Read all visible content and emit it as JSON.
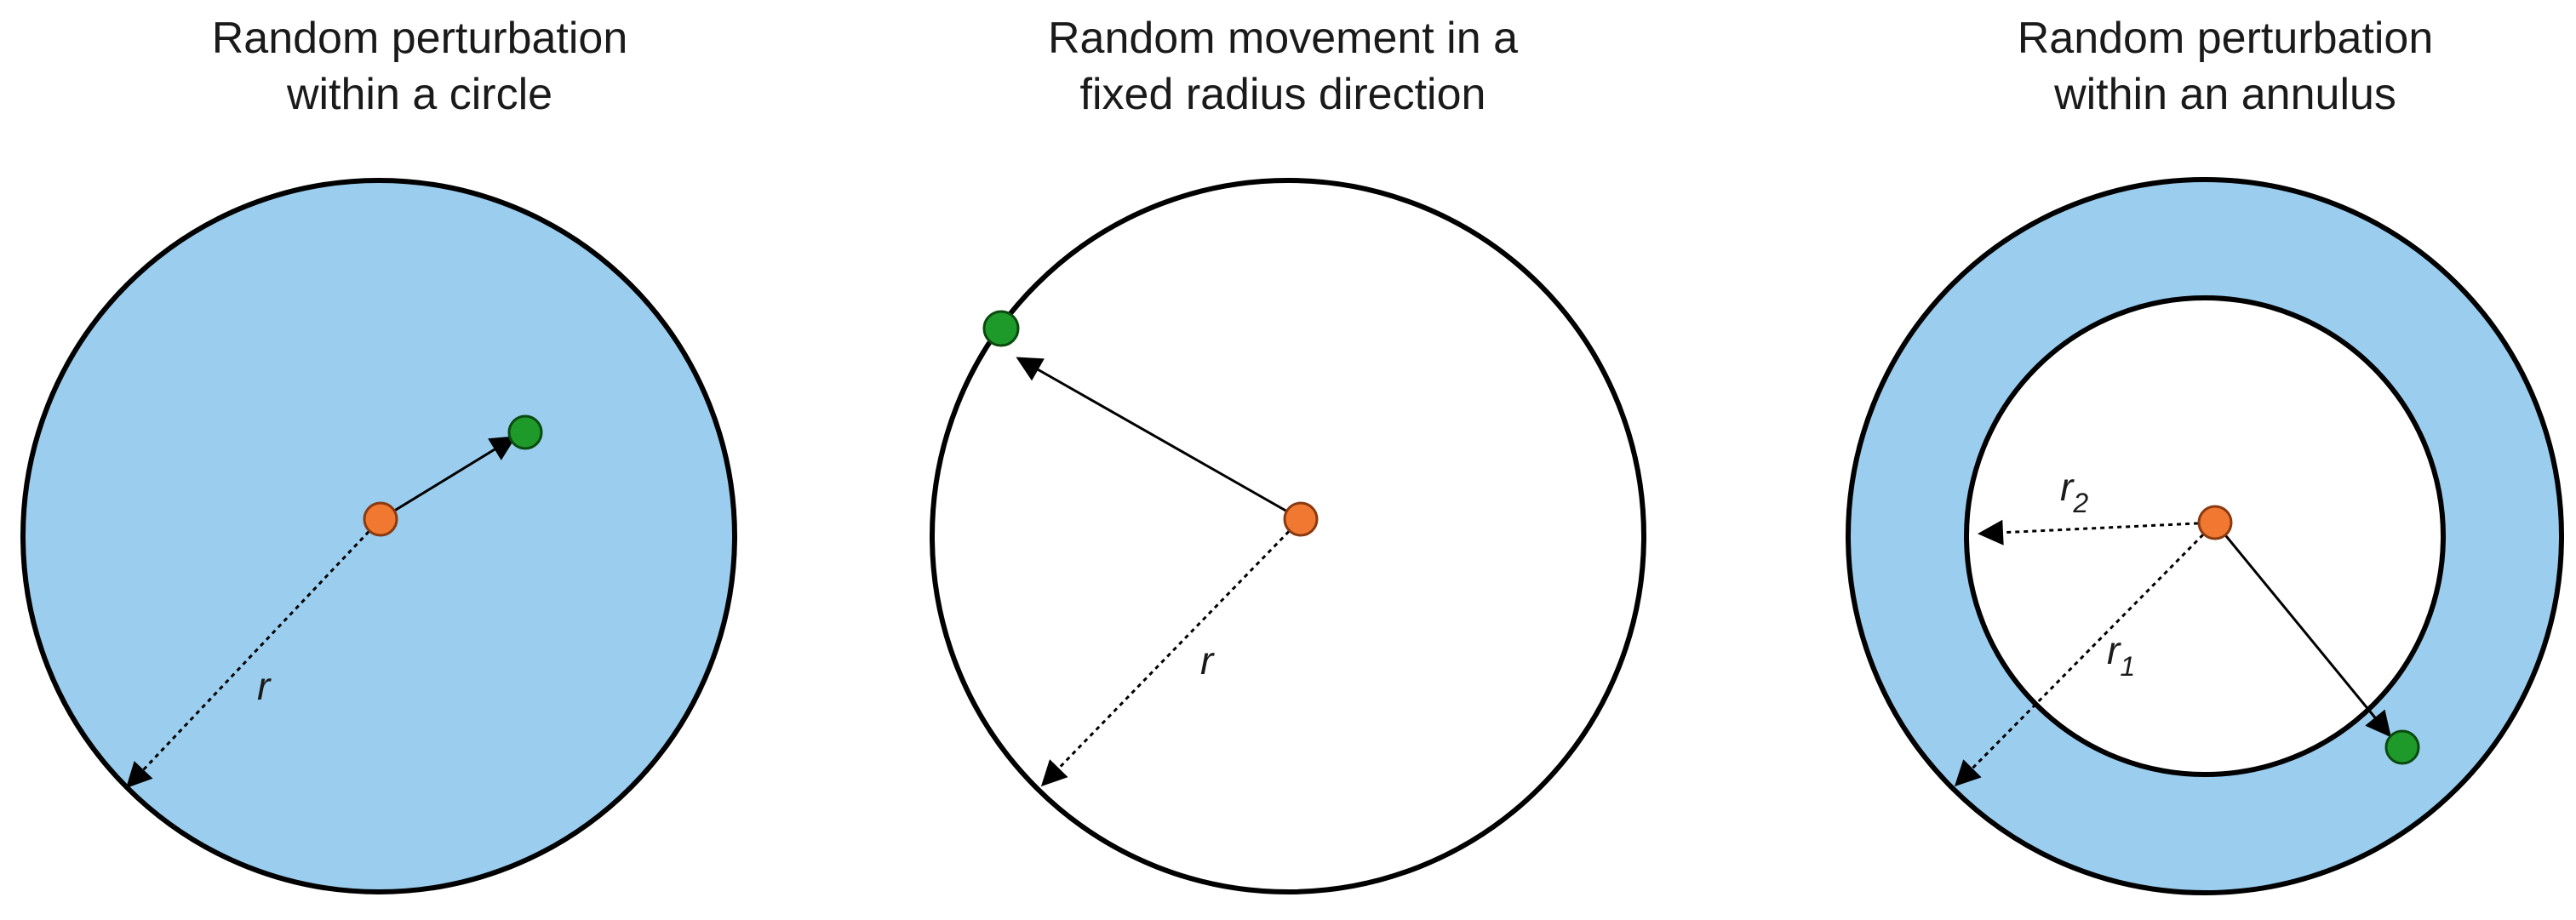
{
  "colors": {
    "fill": "#9acdee",
    "stroke": "#000000",
    "center": "#f07830",
    "center_stroke": "#8a3a10",
    "target": "#1e9a2a",
    "target_stroke": "#0a4a10"
  },
  "panels": [
    {
      "title_lines": [
        "Random perturbation",
        "within a circle"
      ],
      "labels": {
        "r": "r"
      }
    },
    {
      "title_lines": [
        "Random movement in a",
        "fixed radius direction"
      ],
      "labels": {
        "r": "r"
      }
    },
    {
      "title_lines": [
        "Random perturbation",
        "within an annulus"
      ],
      "labels": {
        "r2_base": "r",
        "r2_sub": "2",
        "r1_base": "r",
        "r1_sub": "1"
      }
    }
  ]
}
